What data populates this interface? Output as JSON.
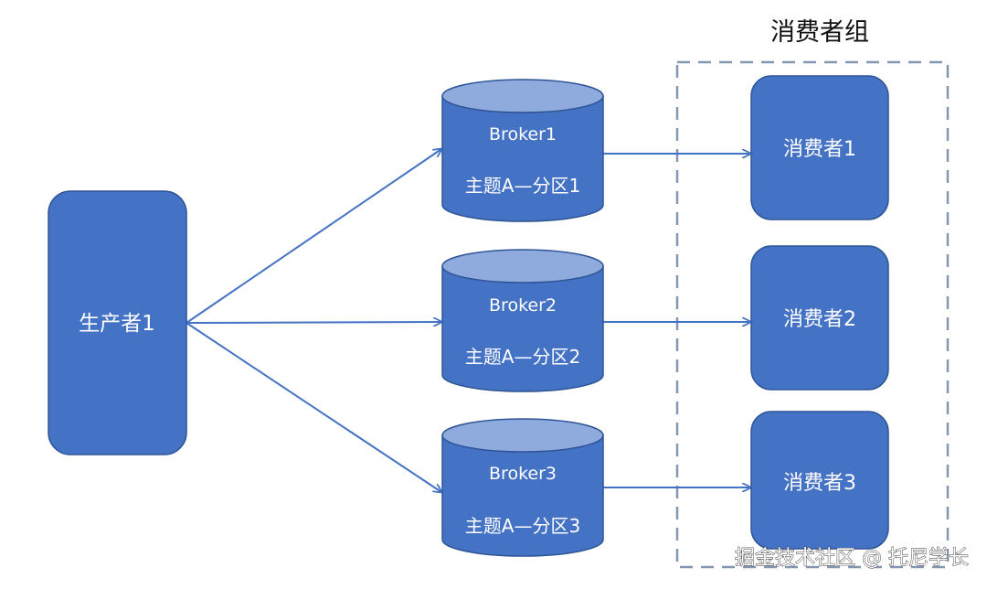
{
  "producer": {
    "label": "生产者1"
  },
  "brokers": [
    {
      "name": "Broker1",
      "partition": "主题A—分区1"
    },
    {
      "name": "Broker2",
      "partition": "主题A—分区2"
    },
    {
      "name": "Broker3",
      "partition": "主题A—分区3"
    }
  ],
  "consumer_group": {
    "title": "消费者组",
    "consumers": [
      {
        "label": "消费者1"
      },
      {
        "label": "消费者2"
      },
      {
        "label": "消费者3"
      }
    ]
  },
  "watermark": "掘金技术社区 @ 托尼学长",
  "colors": {
    "node_fill": "#4472c4",
    "node_stroke": "#2f5597",
    "cylinder_top": "#8faadc",
    "arrow": "#4472c4",
    "group_border": "#8497b0",
    "label_text": "#ffffff"
  }
}
